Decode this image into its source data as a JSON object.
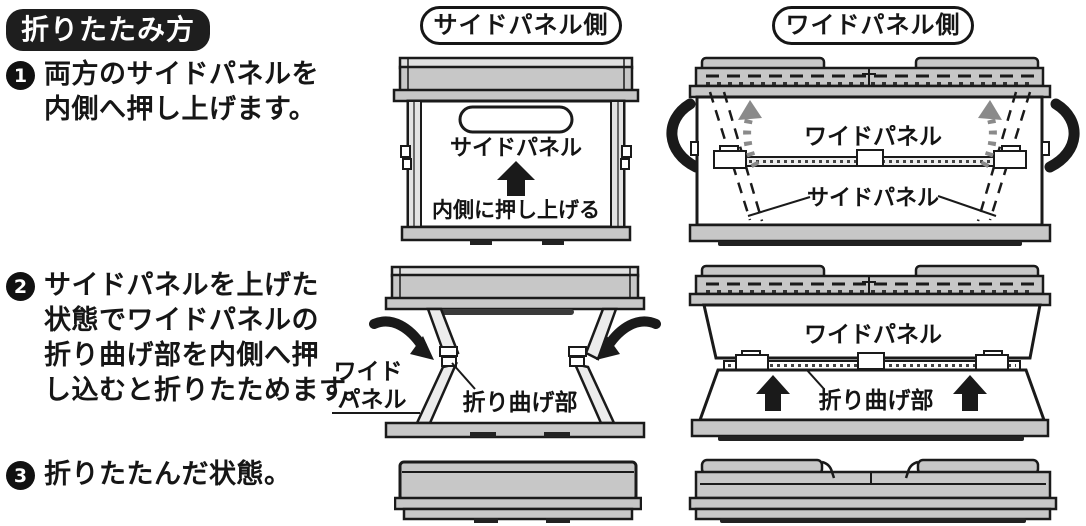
{
  "header": {
    "title": "折りたたみ方",
    "col_side": "サイドパネル側",
    "col_wide": "ワイドパネル側"
  },
  "steps": [
    {
      "num": "1",
      "text": "両方のサイドパネルを\n内側へ押し上げます。"
    },
    {
      "num": "2",
      "text": "サイドパネルを上げた\n状態でワイドパネルの\n折り曲げ部を内側へ押\nし込むと折りたためます。"
    },
    {
      "num": "3",
      "text": "折りたたんだ状態。"
    }
  ],
  "labels": {
    "side_panel": "サイドパネル",
    "push_up_inward": "内側に押し上げる",
    "wide_panel": "ワイドパネル",
    "wide_line1": "ワイド",
    "wide_line2": "パネル",
    "fold_part": "折り曲げ部"
  },
  "colors": {
    "panel_gray": "#c7c7c7",
    "panel_light": "#e2e2e2",
    "outline": "#1a1a1a",
    "background": "#ffffff"
  }
}
